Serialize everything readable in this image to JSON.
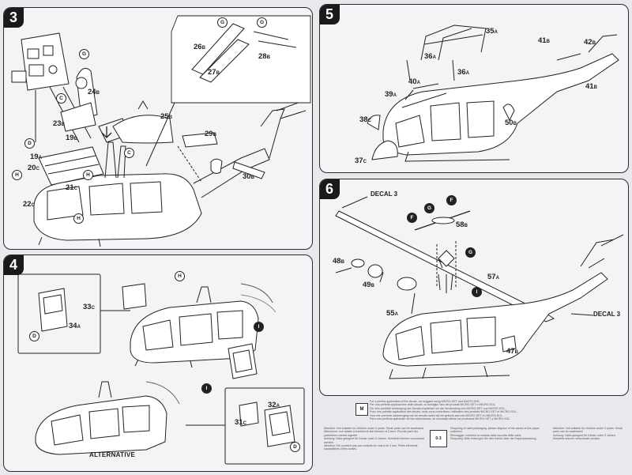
{
  "steps": [
    {
      "number": "3",
      "parts": [
        {
          "n": "19",
          "s": "A"
        },
        {
          "n": "19",
          "s": "B"
        },
        {
          "n": "20",
          "s": "C"
        },
        {
          "n": "21",
          "s": "C"
        },
        {
          "n": "22",
          "s": "C"
        },
        {
          "n": "23",
          "s": "B"
        },
        {
          "n": "24",
          "s": "B"
        },
        {
          "n": "25",
          "s": "B"
        },
        {
          "n": "26",
          "s": "B"
        },
        {
          "n": "27",
          "s": "B"
        },
        {
          "n": "28",
          "s": "B"
        },
        {
          "n": "29",
          "s": "B"
        },
        {
          "n": "30",
          "s": "B"
        }
      ],
      "callouts": [
        "G",
        "G",
        "C",
        "C",
        "D",
        "H",
        "H",
        "H",
        "G"
      ]
    },
    {
      "number": "4",
      "parts": [
        {
          "n": "33",
          "s": "C"
        },
        {
          "n": "34",
          "s": "A"
        },
        {
          "n": "32",
          "s": "A"
        },
        {
          "n": "31",
          "s": "C"
        }
      ],
      "callouts": [
        "D",
        "H",
        "I",
        "I",
        "D"
      ],
      "caption": "ALTERNATIVE"
    },
    {
      "number": "5",
      "parts": [
        {
          "n": "35",
          "s": "A"
        },
        {
          "n": "36",
          "s": "A"
        },
        {
          "n": "36",
          "s": "A"
        },
        {
          "n": "41",
          "s": "B"
        },
        {
          "n": "42",
          "s": "B"
        },
        {
          "n": "41",
          "s": "B"
        },
        {
          "n": "39",
          "s": "A"
        },
        {
          "n": "40",
          "s": "A"
        },
        {
          "n": "38",
          "s": "C"
        },
        {
          "n": "37",
          "s": "C"
        },
        {
          "n": "50",
          "s": "B"
        }
      ]
    },
    {
      "number": "6",
      "parts": [
        {
          "n": "58",
          "s": "B"
        },
        {
          "n": "48",
          "s": "B"
        },
        {
          "n": "49",
          "s": "B"
        },
        {
          "n": "57",
          "s": "A"
        },
        {
          "n": "55",
          "s": "A"
        },
        {
          "n": "47",
          "s": "B"
        }
      ],
      "callouts": [
        "F",
        "G",
        "F",
        "G",
        "I"
      ],
      "decals": [
        "DECAL 3",
        "DECAL 3"
      ]
    }
  ],
  "decal_notes": [
    "For a perfect application of the decals, we suggest using MICRO-SET and MICRO-SOL.",
    "Per una perfetta applicazione delle decals, si consiglia l'uso dei prodotti MICRO-SET e MICRO-SOL.",
    "Für eine perfekte Anbringung der Decals empfehlen wir die Verwendung von MICRO-SET und MICRO-SOL.",
    "Pour une parfaite application des décals, nous vous conseillons l'utilisation des produits MICRO-SET et MICRO-SOL.",
    "Voor een perfecte aanbrenging van de decals raden wij het gebruik aan van MICRO-SET en MICRO-SOL.",
    "Para una perfecta aplicación de las calcomanías, se aconseja utilizar los productos MICRO-SET y MICRO-SOL."
  ],
  "safety_notes": [
    "Attention: Not suitable for children under 3 years. Small parts can be swallowed.",
    "Attenzione: non adatto a bambini di età inferiore ai 3 anni. Piccole parti che potrebbero essere ingerite.",
    "Achtung: Nicht geeignet für Kinder unter 3 Jahren. Kleinteile können verschluckt werden.",
    "Attention: Ne convient pas aux enfants de moins de 3 ans. Petits éléments susceptibles d'être avalés."
  ],
  "recycling_notes": [
    "Recycling of used packaging: please dispose of the carton in the paper collection.",
    "Riciclaggio: conferire la scatola nella raccolta della carta.",
    "Recycling: Bitte entsorgen Sie den Karton über die Papiersammlung."
  ],
  "colors": {
    "page": "#e7e9ec",
    "panel": "#f3f4f6",
    "ink": "#1c1c1c",
    "badge": "#1a1a1a"
  }
}
